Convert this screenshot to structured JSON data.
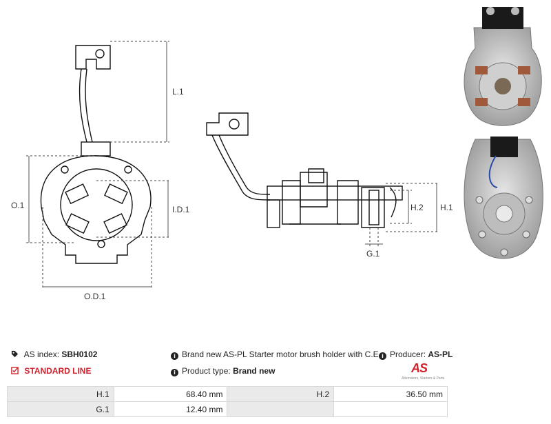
{
  "drawing": {
    "labels": {
      "l1": "L.1",
      "o1": "O.1",
      "id1": "I.D.1",
      "od1": "O.D.1",
      "h2": "H.2",
      "h1": "H.1",
      "g1": "G.1"
    }
  },
  "info": {
    "as_index_label": "AS index:",
    "as_index_value": "SBH0102",
    "line_label": "STANDARD LINE",
    "description": "Brand new AS-PL Starter motor brush holder with C.E. bracket",
    "product_type_label": "Product type:",
    "product_type_value": "Brand new",
    "producer_label": "Producer:",
    "producer_value": "AS-PL"
  },
  "logo": {
    "mark": "AS",
    "tagline": "Alternators, Starters & Parts"
  },
  "specs": {
    "rows": [
      {
        "k1": "H.1",
        "v1": "68.40 mm",
        "k2": "H.2",
        "v2": "36.50 mm"
      },
      {
        "k1": "G.1",
        "v1": "12.40 mm",
        "k2": "",
        "v2": ""
      }
    ]
  },
  "colors": {
    "accent": "#d0202a",
    "table_key_bg": "#eaeaea"
  }
}
